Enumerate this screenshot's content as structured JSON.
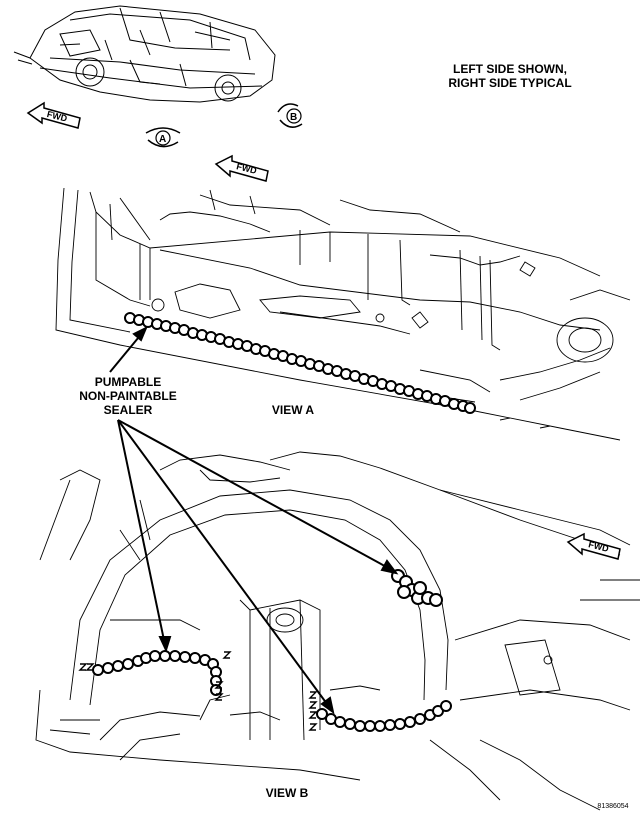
{
  "note": {
    "line1": "LEFT SIDE SHOWN,",
    "line2": "RIGHT SIDE TYPICAL"
  },
  "sealer_label": {
    "line1": "PUMPABLE",
    "line2": "NON-PAINTABLE",
    "line3": "SEALER"
  },
  "view_a_label": "VIEW A",
  "view_b_label": "VIEW B",
  "fwd_label": "FWD",
  "callouts": {
    "a": "A",
    "b": "B"
  },
  "figure_id": "81386054",
  "colors": {
    "line": "#000000",
    "background": "#ffffff",
    "arrow_fill": "#ffffff"
  }
}
